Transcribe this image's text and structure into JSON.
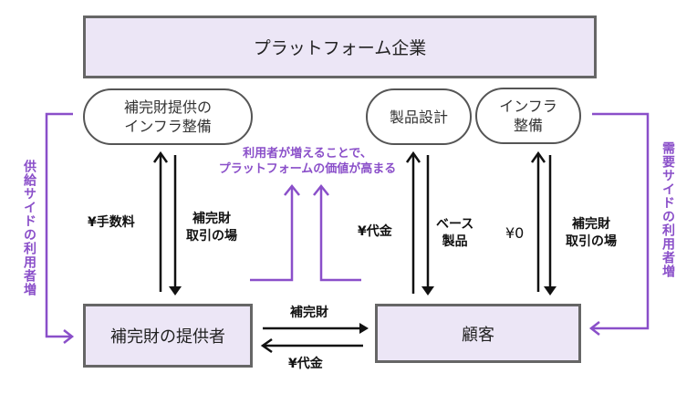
{
  "title_box": "プラットフォーム企業",
  "pills": {
    "supply_infra": [
      "補完財提供の",
      "インフラ整備"
    ],
    "product_design": "製品設計",
    "infra": [
      "インフラ",
      "整備"
    ]
  },
  "boxes": {
    "provider": "補完財の提供者",
    "customer": "顧客"
  },
  "labels": {
    "fee": "¥手数料",
    "complement_place_left": [
      "補完財",
      "取引の場"
    ],
    "price_customer": "¥代金",
    "base_product": [
      "ベース",
      "製品"
    ],
    "zero": "¥0",
    "complement_place_right": [
      "補完財",
      "取引の場"
    ],
    "complement_flow": "補完財",
    "price_flow": "¥代金"
  },
  "network_effect": [
    "利用者が増えることで、",
    "プラットフォームの価値が高まる"
  ],
  "side_labels": {
    "supply": "供給サイドの利用者増",
    "demand": "需要サイドの利用者増"
  },
  "colors": {
    "accent": "#8a4fc9",
    "box_fill": "#ece6f6",
    "box_border": "#666666"
  }
}
